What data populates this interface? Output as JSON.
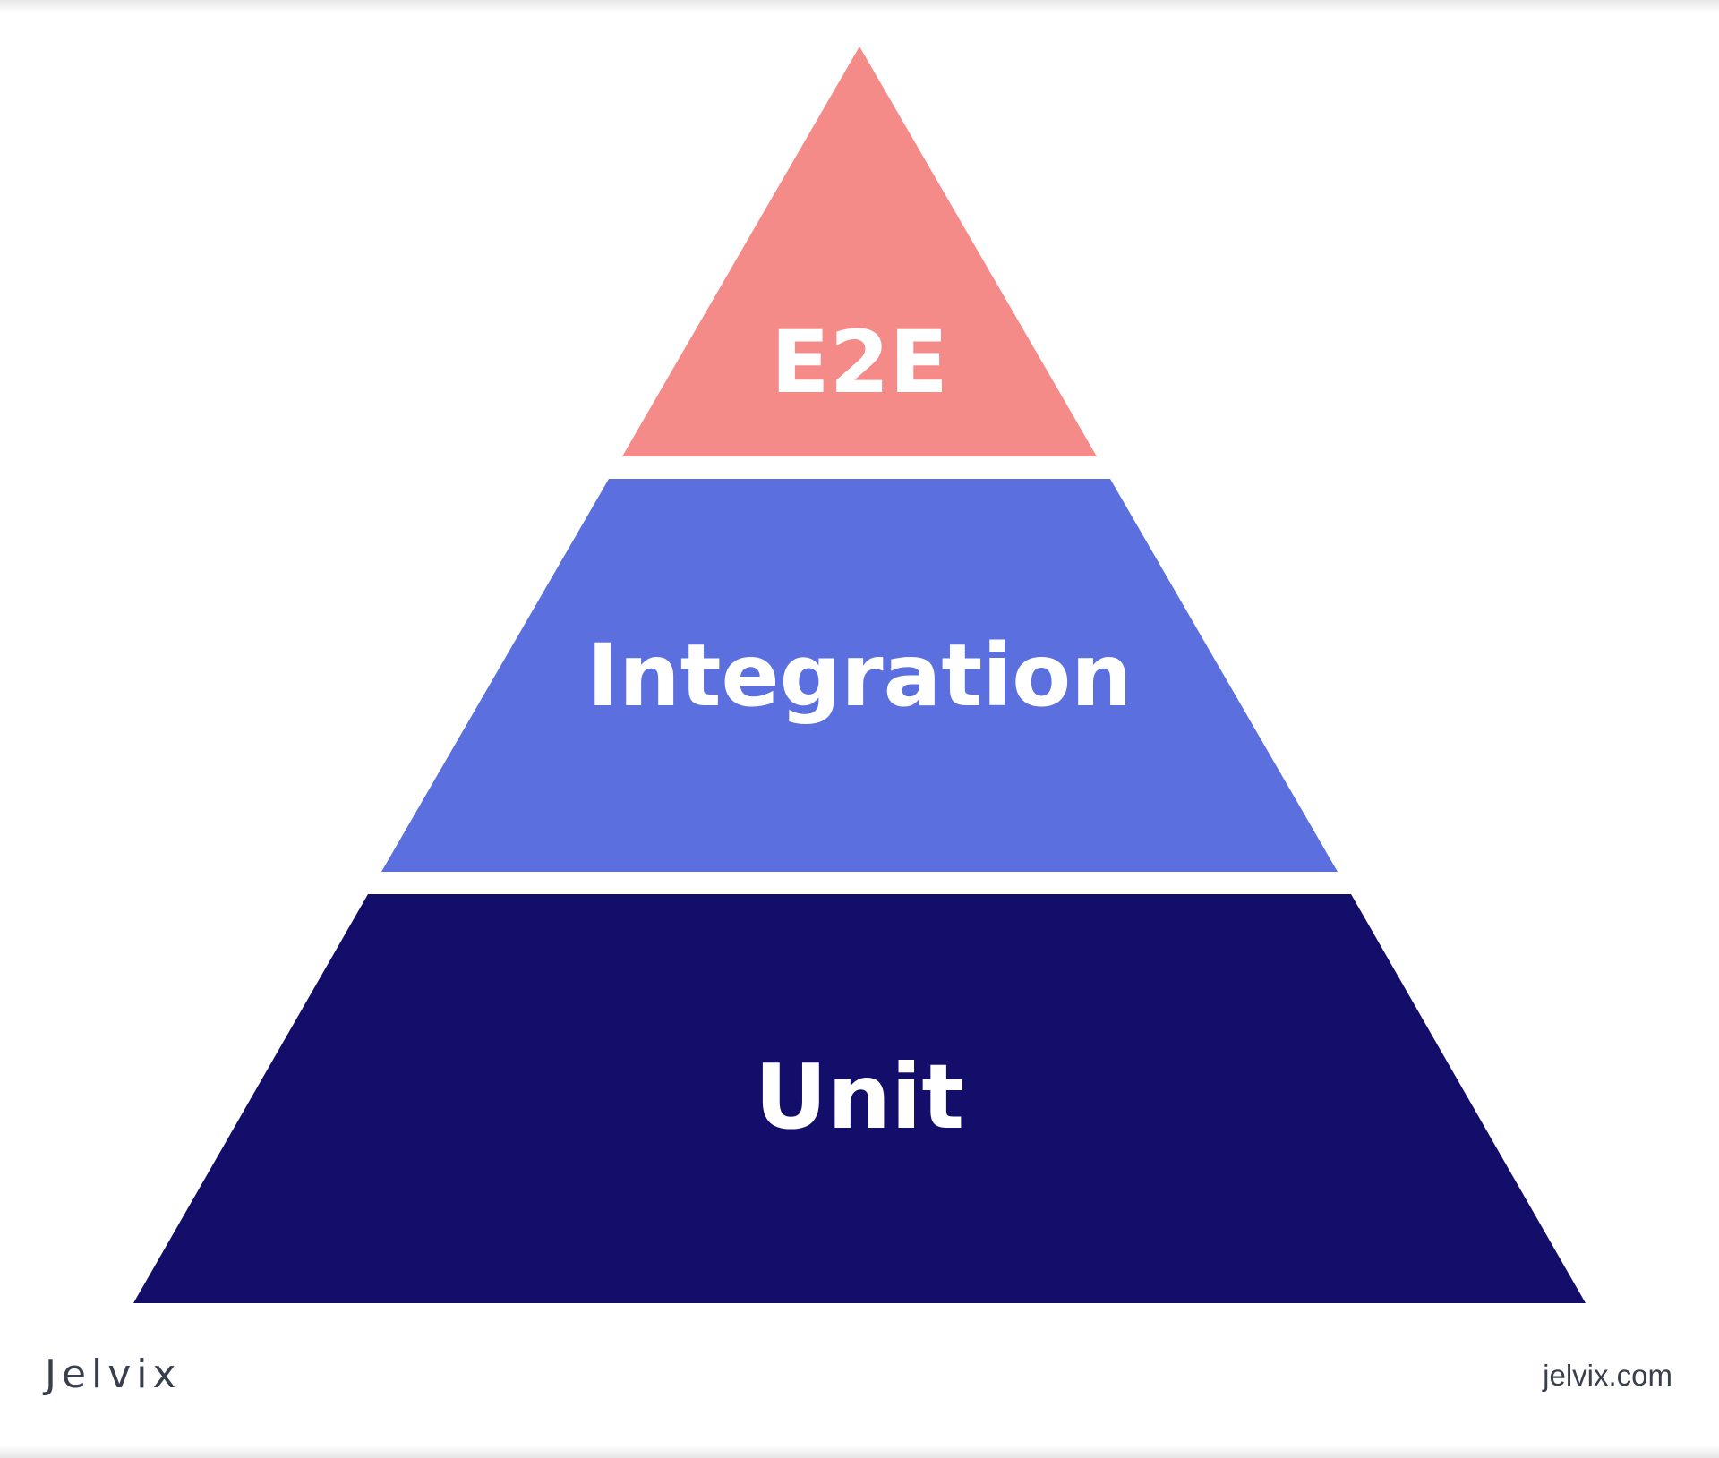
{
  "diagram": {
    "tiers": [
      {
        "id": "e2e",
        "label": "E2E",
        "color": "#f48b88"
      },
      {
        "id": "integration",
        "label": "Integration",
        "color": "#5b70de"
      },
      {
        "id": "unit",
        "label": "Unit",
        "color": "#120e69"
      }
    ]
  },
  "footer": {
    "logo_text": "Jelvix",
    "url": "jelvix.com"
  }
}
